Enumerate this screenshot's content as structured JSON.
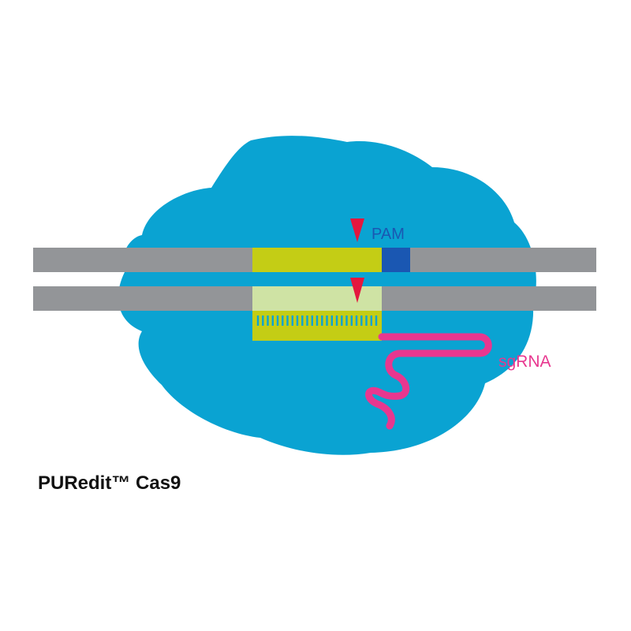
{
  "caption": "PURedit™ Cas9",
  "labels": {
    "pam": "PAM",
    "sgrna": "sgRNA"
  },
  "colors": {
    "protein": "#0aa3d2",
    "dna_strand": "#939598",
    "target_region": "#c4cd15",
    "target_region_light": "#cfe3a4",
    "pam": "#1a57b2",
    "sgrna": "#e8378f",
    "cut_marker": "#e4173e",
    "pam_label": "#1a57b2",
    "sgrna_label": "#e8378f",
    "caption": "#111111"
  },
  "diagram": {
    "protein": "Cas9",
    "dna_strands": 2,
    "cut_sites": 2,
    "base_pair_ticks": 25
  }
}
